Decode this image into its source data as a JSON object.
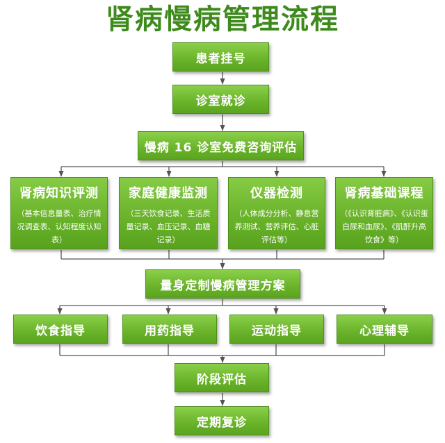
{
  "title": "肾病慢病管理流程",
  "steps": {
    "register": "患者挂号",
    "clinic_visit": "诊室就诊",
    "free_consult": "慢病 16 诊室免费咨询评估",
    "plan": "量身定制慢病管理方案",
    "stage_eval": "阶段评估",
    "followup": "定期复诊"
  },
  "assessments": [
    {
      "title": "肾病知识评测",
      "detail": "（基本信息量表、治疗情况调查表、认知程度认知表）"
    },
    {
      "title": "家庭健康监测",
      "detail": "（三天饮食记录、生活质量记录、血压记录、血糖记录）"
    },
    {
      "title": "仪器检测",
      "detail": "（人体成分分析、静息营养测试、营养评估、心脏评估等）"
    },
    {
      "title": "肾病基础课程",
      "detail": "（《认识肾脏病》、《认识蛋白尿和血尿》、《肌酐升高饮食》等）"
    }
  ],
  "guidance": [
    {
      "label": "饮食指导"
    },
    {
      "label": "用药指导"
    },
    {
      "label": "运动指导"
    },
    {
      "label": "心理辅导"
    }
  ],
  "colors": {
    "box_green": "#6cb52c",
    "title_green": "#3e8a1c",
    "line_gray": "#555555"
  }
}
